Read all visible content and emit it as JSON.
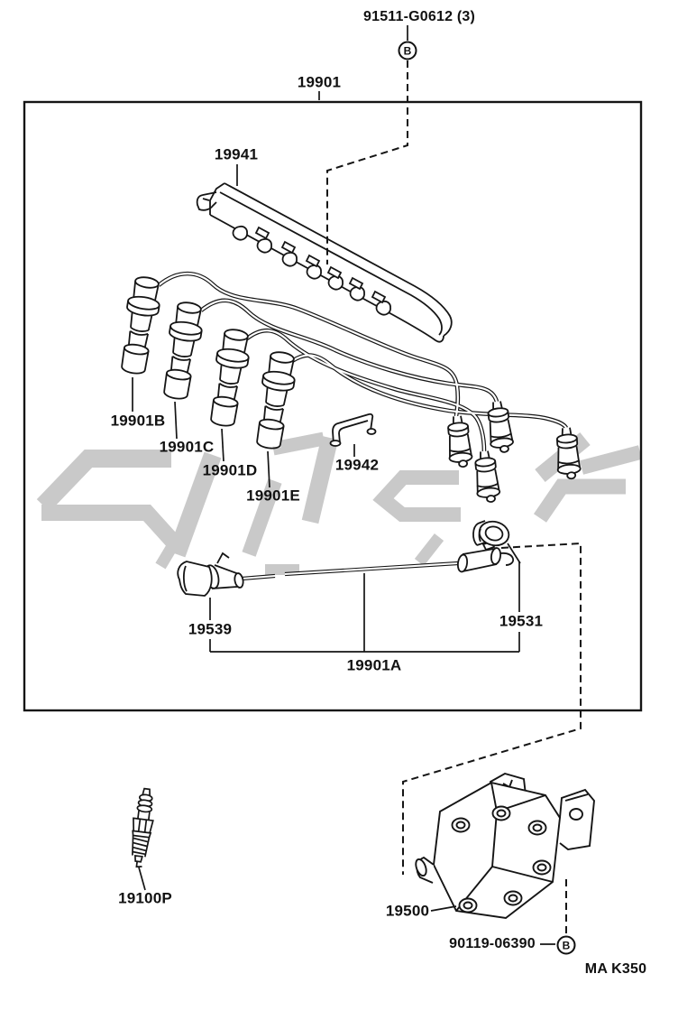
{
  "diagram": {
    "footer_code": "MA K350",
    "fastener_symbol": "B",
    "callouts": {
      "top_screw": "91511-G0612 (3)",
      "bottom_bolt": "90119-06390"
    },
    "parts": {
      "wire_set": "19901",
      "cover": "19941",
      "wire_no2": "19901B",
      "wire_no3": "19901C",
      "wire_no4": "19901D",
      "wire_no5": "19901E",
      "clamp_bracket": "19942",
      "coil_to_distributor_wire": "19901A",
      "terminal": "19539",
      "grommet_clamp": "19531",
      "spark_plug": "19100P",
      "ignition_coil": "19500"
    },
    "colors": {
      "line": "#151515",
      "watermark": "#c9c9c9",
      "background": "#ffffff"
    }
  }
}
